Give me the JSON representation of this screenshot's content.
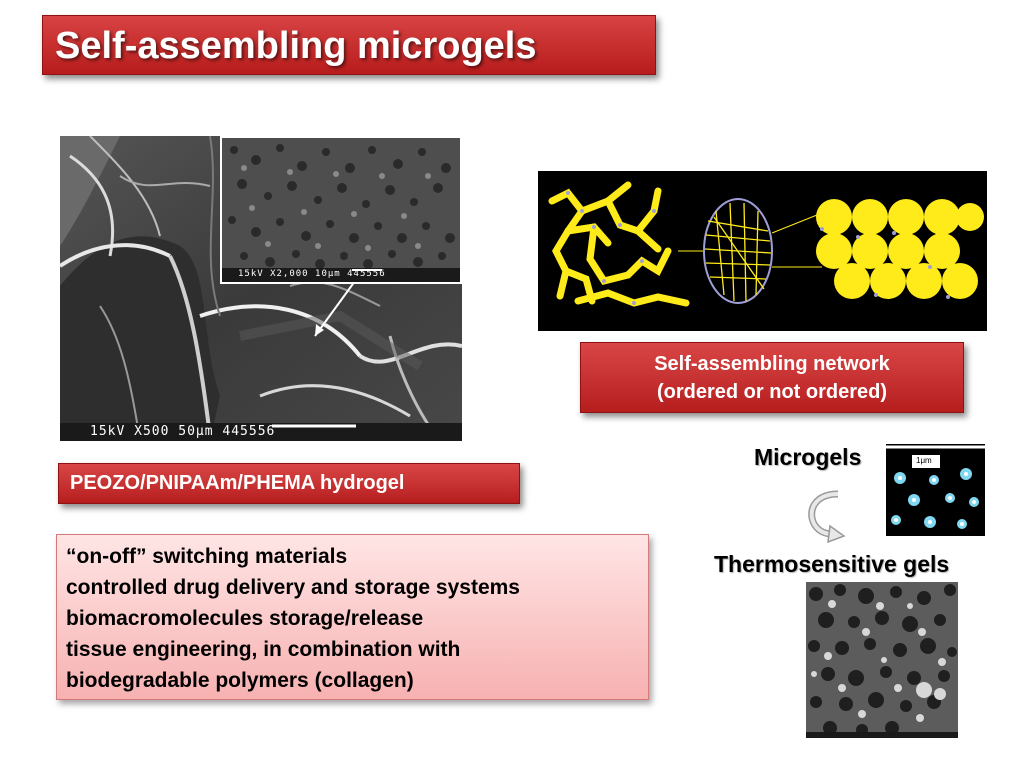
{
  "title": "Self-assembling microgels",
  "sem_image": {
    "main_caption": "15kV  X500       50μm 445556",
    "inset_caption": "15kV X2,000   10μm 445556"
  },
  "hydrogel_caption": "PEOZO/PNIPAAm/PHEMA hydrogel",
  "network": {
    "caption_line1": "Self-assembling network",
    "caption_line2": "(ordered or not ordered)"
  },
  "applications": [
    "“on-off” switching materials",
    "controlled drug delivery and storage systems",
    "biomacromolecules storage/release",
    "tissue engineering, in combination with",
    "biodegradable polymers (collagen)"
  ],
  "microgels_label": "Microgels",
  "microgel_scale": "1μm",
  "thermosensitive_label": "Thermosensitive gels",
  "colors": {
    "title_red": "#c62828",
    "caption_red": "#c62828",
    "apps_pink": "#f9c4c4",
    "network_yellow": "#ffeb1a"
  }
}
